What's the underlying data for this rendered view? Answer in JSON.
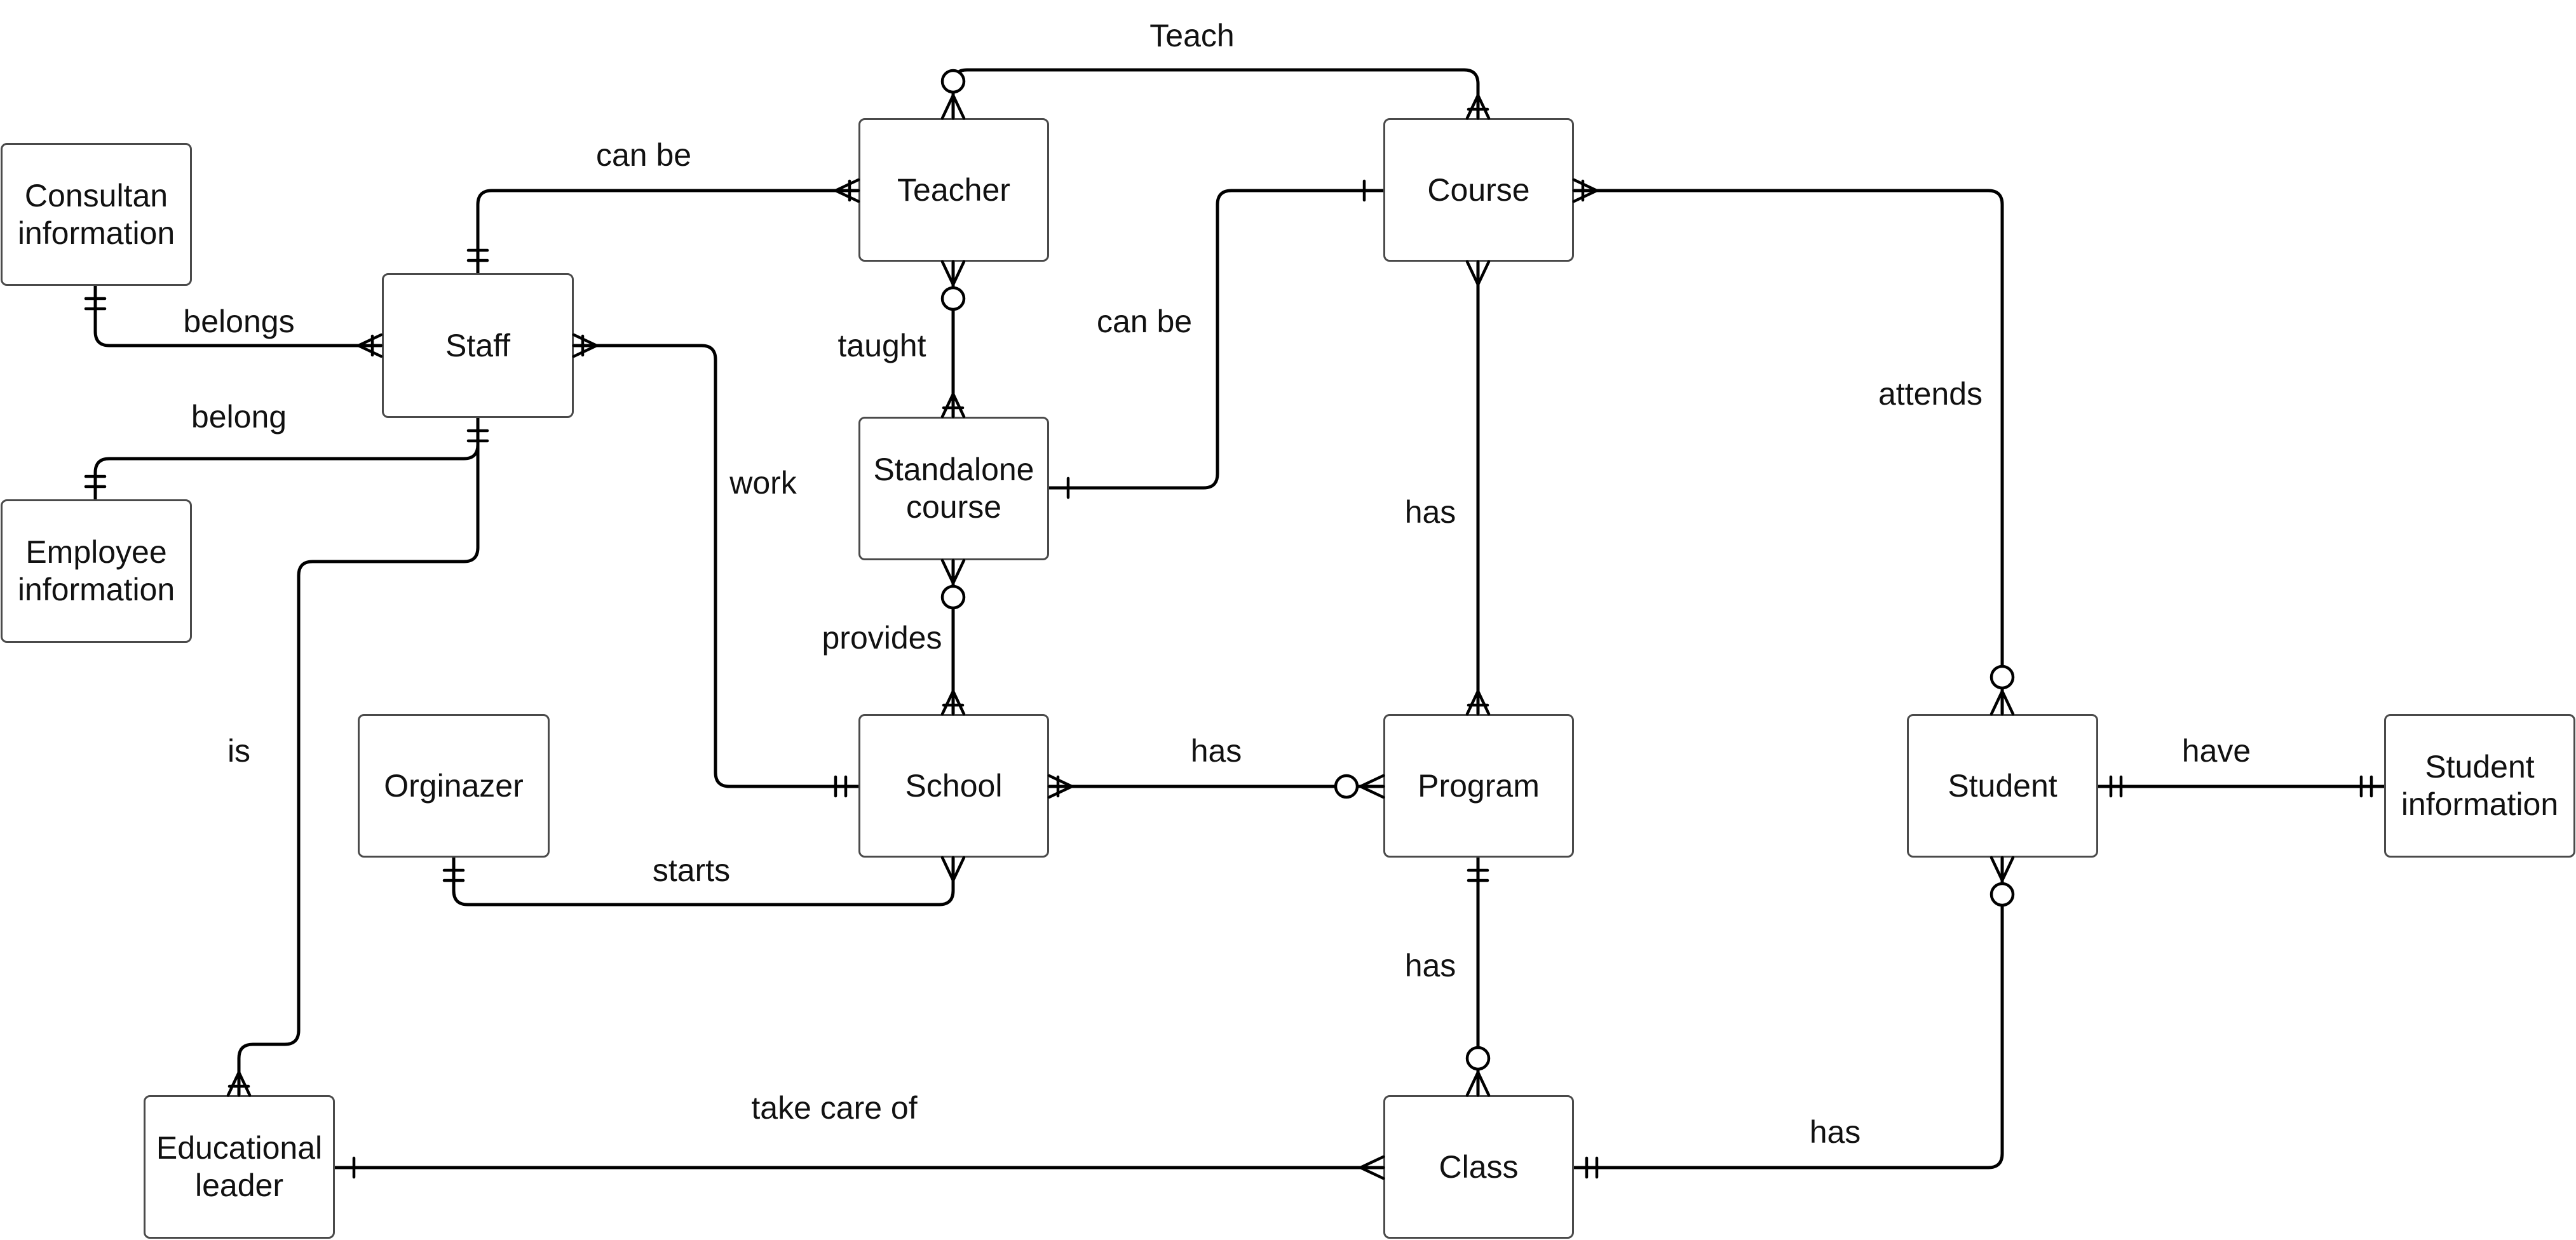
{
  "entities": {
    "consultant_info": "Consultan\ninformation",
    "staff": "Staff",
    "employee_info": "Employee\ninformation",
    "teacher": "Teacher",
    "standalone_course": "Standalone\ncourse",
    "school": "School",
    "organizer": "Orginazer",
    "course": "Course",
    "program": "Program",
    "student": "Student",
    "student_info": "Student\ninformation",
    "class": "Class",
    "educational_leader": "Educational\nleader"
  },
  "relationships": {
    "teach": "Teach",
    "can_be_teacher": "can be",
    "belongs": "belongs",
    "belong": "belong",
    "taught": "taught",
    "can_be_course": "can be",
    "work": "work",
    "provides": "provides",
    "has_course_program": "has",
    "attends": "attends",
    "is": "is",
    "has_school_program": "has",
    "have": "have",
    "starts": "starts",
    "has_program_class": "has",
    "take_care_of": "take care of",
    "has_class_student": "has"
  }
}
